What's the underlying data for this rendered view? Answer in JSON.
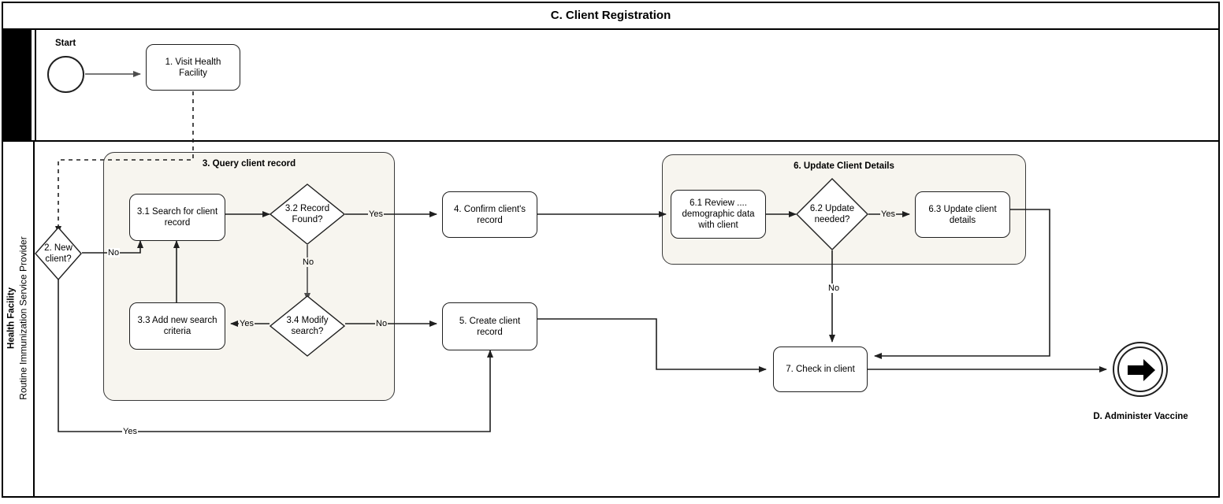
{
  "title": "C. Client Registration",
  "lanes": {
    "pool_label_bold": "Health Facility",
    "pool_label_sub": "Routine Immunization Service Provider"
  },
  "start": {
    "label": "Start",
    "icon": "start-event-circle"
  },
  "end": {
    "label": "D. Administer Vaccine",
    "icon": "end-event-arrow"
  },
  "nodes": {
    "n1": "1. Visit Health Facility",
    "n2": "2. New client?",
    "n31": "3.1 Search for client record",
    "n32": "3.2 Record Found?",
    "n33": "3.3 Add new search criteria",
    "n34": "3.4 Modify search?",
    "n4": "4. Confirm client's record",
    "n5": "5. Create client record",
    "n61": "6.1 Review .... demographic data with client",
    "n62": "6.2 Update needed?",
    "n63": "6.3 Update client details",
    "n7": "7. Check in client"
  },
  "groups": {
    "g3": "3. Query client record",
    "g6": "6. Update Client Details"
  },
  "edge_labels": {
    "e_new_no": "No",
    "e_new_yes": "Yes",
    "e_found_yes": "Yes",
    "e_found_no": "No",
    "e_modify_yes": "Yes",
    "e_modify_no": "No",
    "e_update_yes": "Yes",
    "e_update_no": "No"
  },
  "colors": {
    "group_fill": "#F7F5EF",
    "node_fill": "#FFFFFF",
    "stroke": "#1F1F1F",
    "lane_header_fill": "#000000"
  }
}
